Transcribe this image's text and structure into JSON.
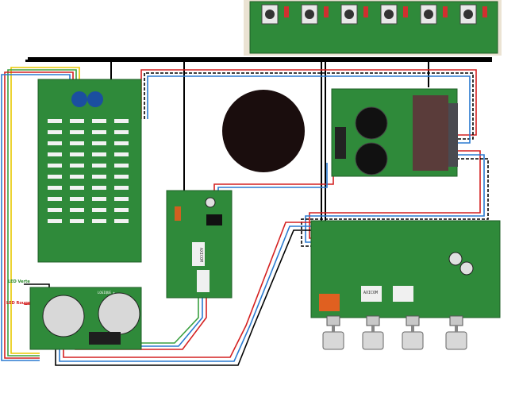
{
  "colors": {
    "pcb_green": "#2f8a3a",
    "pcb_dark": "#1f5f27",
    "bus_black": "#000000",
    "wire_red": "#d42020",
    "wire_blue": "#2a7ad0",
    "wire_green": "#3aa040",
    "wire_yellow": "#e8c800",
    "rear_panel": "#c8b89a",
    "transformer": "#1a0d0d",
    "led_green_text": "#2a8a2a",
    "led_red_text": "#d42020"
  },
  "labels": {
    "led_green": "LED Verte",
    "led_red": "LED Rouge",
    "axicom_relay": "AXICOM",
    "axicom_relay_big": "AXICOM",
    "psu_board_text": "LOGIQUE +"
  },
  "boards": [
    {
      "name": "rear-input-output-panel"
    },
    {
      "name": "power-amp-board-left"
    },
    {
      "name": "mid-relay-board"
    },
    {
      "name": "power-supply-board"
    },
    {
      "name": "preamp-tone-board"
    },
    {
      "name": "logic-psu-board"
    }
  ],
  "icons": [
    "toroidal-transformer-icon",
    "potentiometer-knob-icon",
    "capacitor-icon",
    "rca-jack-icon",
    "relay-icon"
  ]
}
